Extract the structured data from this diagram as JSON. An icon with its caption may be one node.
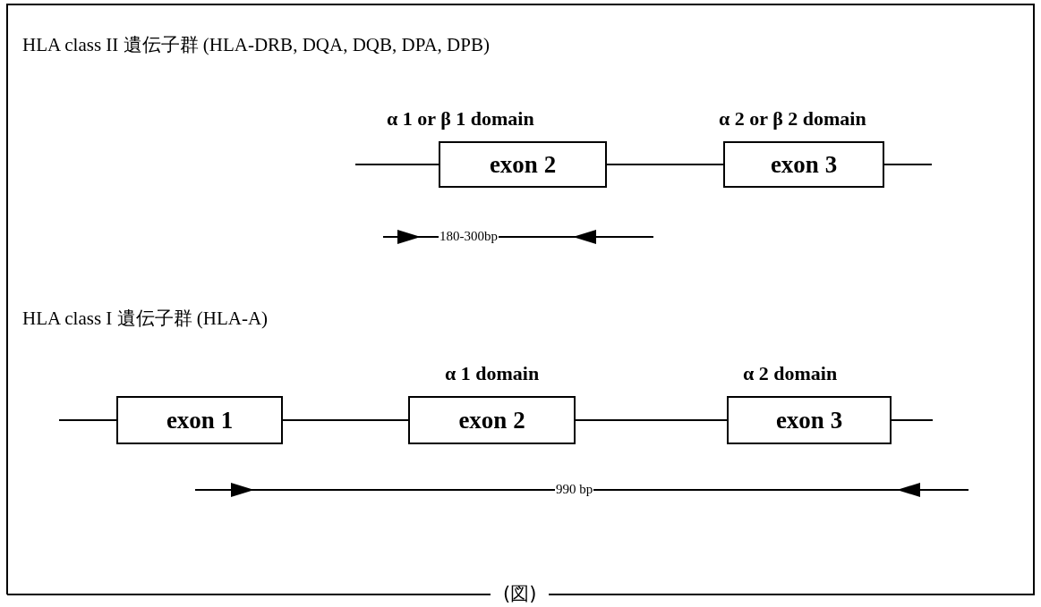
{
  "diagram": {
    "caption": "(図)",
    "nodes": [
      {
        "text": [
          "exon 2"
        ],
        "beside": [
          "α 1 or β 1 domain"
        ]
      },
      {
        "text": [
          "exon 3"
        ],
        "beside": [
          "α 2 or β 2 domain"
        ]
      },
      {
        "text": [
          "exon 1"
        ]
      },
      {
        "text": [
          "exon 2"
        ],
        "beside": [
          "α 1 domain"
        ]
      },
      {
        "text": [
          "exon 3"
        ],
        "beside": [
          "α 2 domain"
        ]
      }
    ],
    "edges": [
      {
        "from": null,
        "to": 0,
        "arrow": "none"
      },
      {
        "from": 0,
        "to": 1,
        "arrow": "none"
      },
      {
        "from": 1,
        "to": null,
        "arrow": "none"
      },
      {
        "from": null,
        "to": 2,
        "arrow": "none"
      },
      {
        "from": 2,
        "to": 3,
        "arrow": "none"
      },
      {
        "from": 3,
        "to": 4,
        "arrow": "none"
      },
      {
        "from": 4,
        "to": null,
        "arrow": "none"
      }
    ],
    "labels": [
      "HLA class II 遺伝子群 (HLA-DRB, DQA, DQB, DPA, DPB)",
      "180-300bp",
      "HLA class I 遺伝子群 (HLA-A)",
      "990 bp"
    ]
  }
}
